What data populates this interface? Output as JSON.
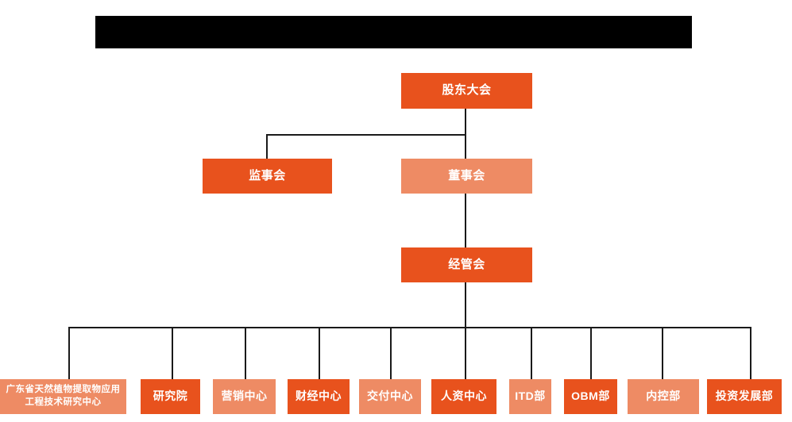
{
  "banner": {
    "name": "redacted-title-banner",
    "text": ""
  },
  "chart": {
    "type": "org-chart",
    "colors": {
      "dark_orange": "#E8521D",
      "light_orange": "#EE8B64",
      "connector": "#1a1a1a",
      "background": "#ffffff",
      "banner": "#000000"
    },
    "levels": [
      {
        "level": 1,
        "nodes": [
          {
            "id": "shareholders-meeting",
            "label": "股东大会",
            "tone": "dark"
          }
        ]
      },
      {
        "level": 2,
        "nodes": [
          {
            "id": "supervisory-board",
            "label": "监事会",
            "tone": "dark"
          },
          {
            "id": "board-of-directors",
            "label": "董事会",
            "tone": "light"
          }
        ]
      },
      {
        "level": 3,
        "nodes": [
          {
            "id": "management-committee",
            "label": "经管会",
            "tone": "dark"
          }
        ]
      },
      {
        "level": 4,
        "nodes": [
          {
            "id": "gd-plant-extract-center",
            "label": "广东省天然植物提取物应用工程技术研究中心",
            "tone": "light"
          },
          {
            "id": "research-institute",
            "label": "研究院",
            "tone": "dark"
          },
          {
            "id": "marketing-center",
            "label": "营销中心",
            "tone": "light"
          },
          {
            "id": "finance-center",
            "label": "财经中心",
            "tone": "dark"
          },
          {
            "id": "delivery-center",
            "label": "交付中心",
            "tone": "light"
          },
          {
            "id": "hr-center",
            "label": "人资中心",
            "tone": "dark"
          },
          {
            "id": "itd-department",
            "label": "ITD部",
            "tone": "light"
          },
          {
            "id": "obm-department",
            "label": "OBM部",
            "tone": "dark"
          },
          {
            "id": "internal-control-department",
            "label": "内控部",
            "tone": "light"
          },
          {
            "id": "investment-development-department",
            "label": "投资发展部",
            "tone": "dark"
          }
        ]
      }
    ]
  }
}
